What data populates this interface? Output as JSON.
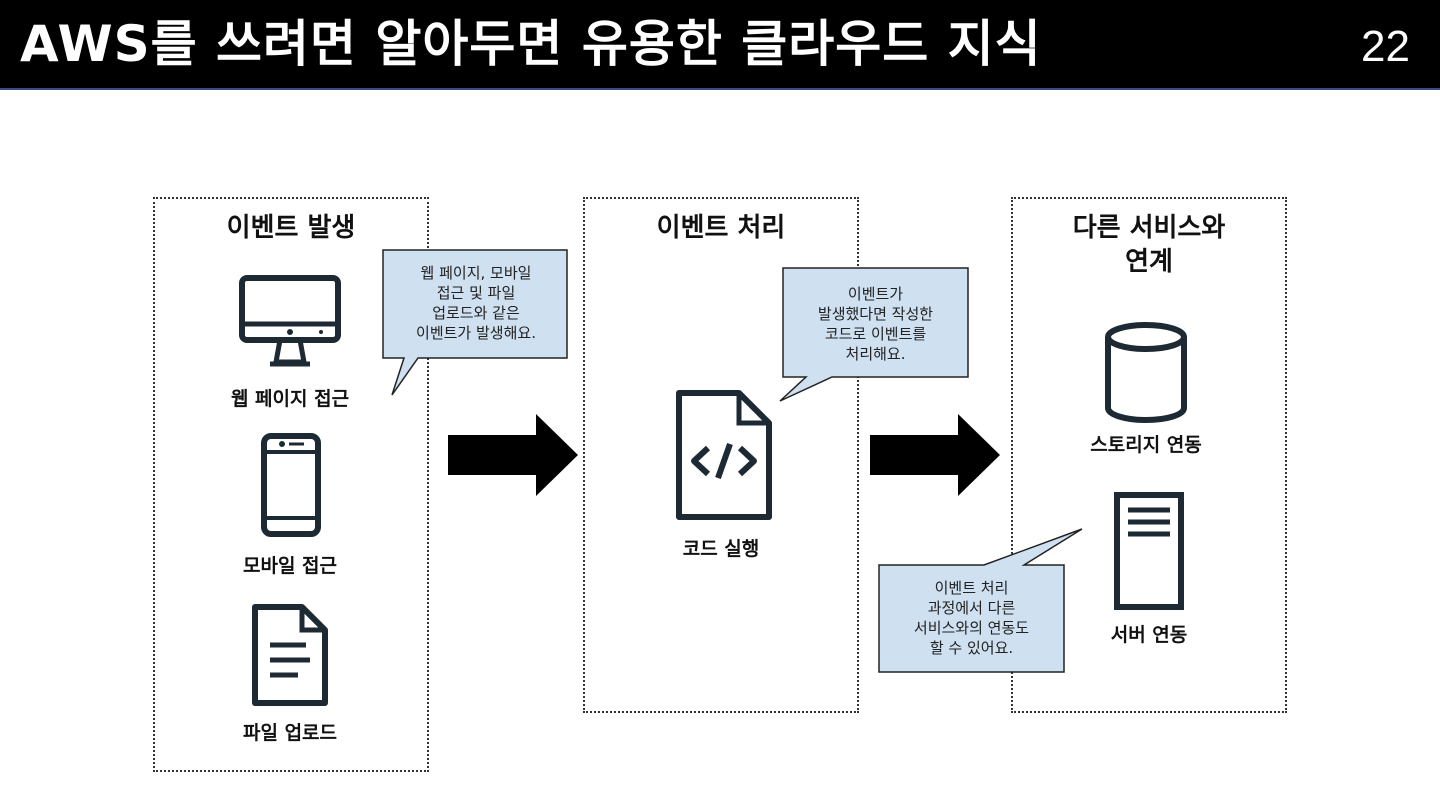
{
  "header": {
    "title": "AWS를 쓰려면 알아두면 유용한 클라우드 지식",
    "page_number": "22"
  },
  "stages": [
    {
      "title": "이벤트 발생",
      "items": [
        "웹 페이지 접근",
        "모바일 접근",
        "파일 업로드"
      ],
      "callout": [
        "웹 페이지, 모바일",
        "접근 및 파일",
        "업로드와 같은",
        "이벤트가 발생해요."
      ]
    },
    {
      "title": "이벤트 처리",
      "items": [
        "코드 실행"
      ],
      "callout": [
        "이벤트가",
        "발생했다면 작성한",
        "코드로 이벤트를",
        "처리해요."
      ]
    },
    {
      "title_lines": [
        "다른 서비스와",
        "연계"
      ],
      "items": [
        "스토리지 연동",
        "서버 연동"
      ],
      "callout": [
        "이벤트 처리",
        "과정에서 다른",
        "서비스와의 연동도",
        "할 수 있어요."
      ]
    }
  ],
  "icons": [
    "monitor-icon",
    "smartphone-icon",
    "document-icon",
    "code-file-icon",
    "database-icon",
    "server-icon",
    "arrow-right-icon"
  ],
  "colors": {
    "header_bg": "#000000",
    "header_text": "#ffffff",
    "callout_fill": "#cfe0f1",
    "icon_stroke": "#1e2a33"
  }
}
